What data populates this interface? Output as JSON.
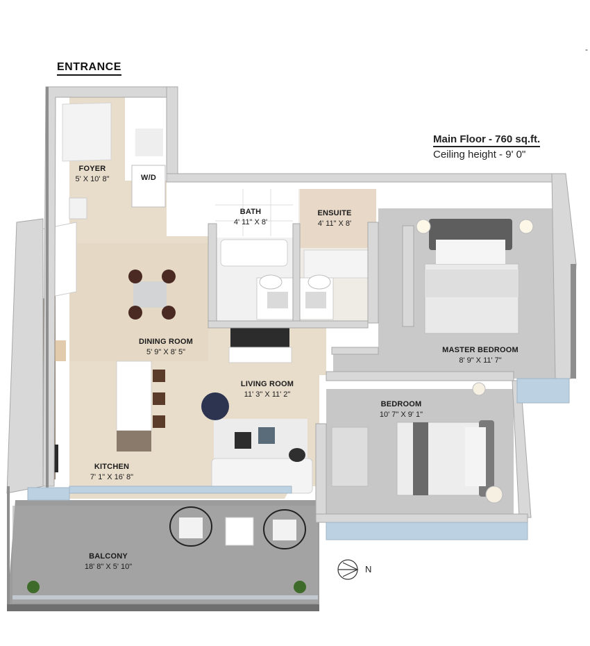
{
  "entrance": "ENTRANCE",
  "floor_info": {
    "title": "Main Floor - 760 sq.ft.",
    "ceiling": "Ceiling height - 9' 0\""
  },
  "rooms": {
    "foyer": {
      "name": "FOYER",
      "dims": "5' X 10' 8\""
    },
    "wd": {
      "name": "W/D"
    },
    "bath": {
      "name": "BATH",
      "dims": "4' 11\" X 8'"
    },
    "ensuite": {
      "name": "ENSUITE",
      "dims": "4' 11\" X 8'"
    },
    "dining": {
      "name": "DINING ROOM",
      "dims": "5' 9\" X 8' 5\""
    },
    "master": {
      "name": "MASTER BEDROOM",
      "dims": "8' 9\" X 11' 7\""
    },
    "living": {
      "name": "LIVING ROOM",
      "dims": "11' 3\" X 11' 2\""
    },
    "bedroom": {
      "name": "BEDROOM",
      "dims": "10' 7\" X 9' 1\""
    },
    "kitchen": {
      "name": "KITCHEN",
      "dims": "7' 1\" X 16' 8\""
    },
    "balcony": {
      "name": "BALCONY",
      "dims": "18' 8\" X 5' 10\""
    }
  },
  "compass": {
    "label": "N"
  },
  "colors": {
    "wall": "#d9d9d9",
    "wall_dark": "#8c8c8c",
    "floor_wood": "#e6d9c7",
    "floor_carpet": "#c9c9c9",
    "balcony": "#9a9a9a",
    "glass": "#b9cfe0"
  }
}
